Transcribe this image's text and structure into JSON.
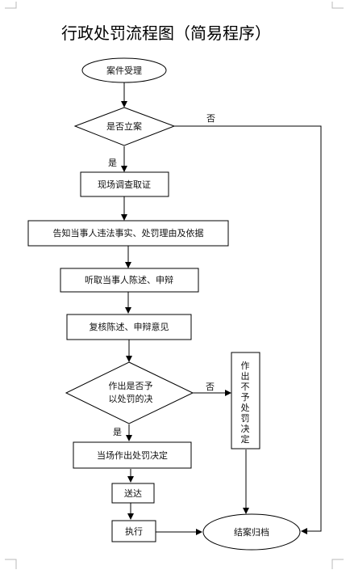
{
  "title": "行政处罚流程图（简易程序）",
  "nodes": {
    "start": "案件受理",
    "decision_file": "是否立案",
    "investigate": "现场调查取证",
    "notify": "告知当事人违法事实、处罚理由及依据",
    "hear": "听取当事人陈述、申辩",
    "review": "复核陈述、申辩意见",
    "decision_penalty_line1": "作出是否予",
    "decision_penalty_line2": "以处罚的决",
    "no_penalty_chars": [
      "作",
      "出",
      "不",
      "予",
      "处",
      "罚",
      "决",
      "定"
    ],
    "penalty": "当场作出处罚决定",
    "deliver": "送达",
    "execute": "执行",
    "close": "结案归档"
  },
  "edge_labels": {
    "file_no": "否",
    "file_yes": "是",
    "penalty_no": "否",
    "penalty_yes": "是"
  }
}
